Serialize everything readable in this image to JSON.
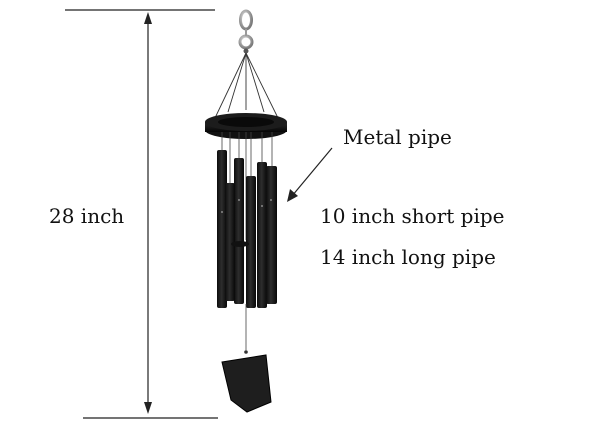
{
  "labels": {
    "total_height": "28 inch",
    "material": "Metal pipe",
    "short_pipe": "10 inch short pipe",
    "long_pipe": "14 inch long pipe"
  },
  "colors": {
    "pipe": "#1a1a1a",
    "pipe_highlight": "#3a3a3a",
    "line": "#222222",
    "hook": "#9a9a9a"
  },
  "icons": {
    "product": "wind-chime-icon"
  }
}
